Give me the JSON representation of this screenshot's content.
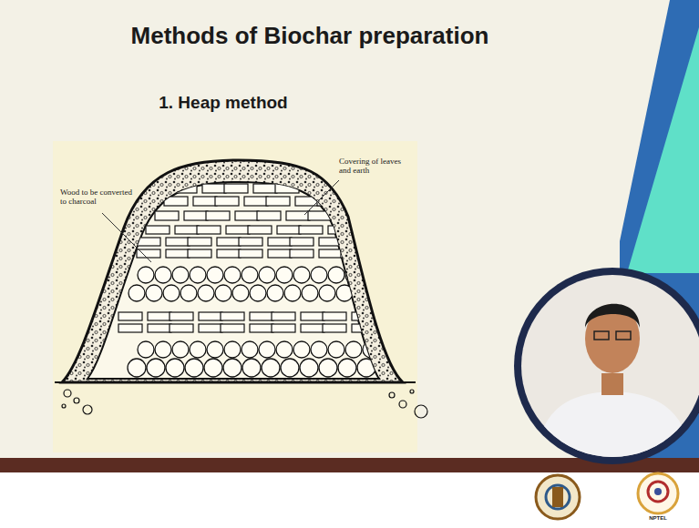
{
  "diagram": {
    "title": "Methods of Biochar preparation",
    "labels": [
      "1. Heap method",
      "Wood to be converted to charcoal",
      "Covering of leaves and earth",
      "NPTEL"
    ]
  }
}
